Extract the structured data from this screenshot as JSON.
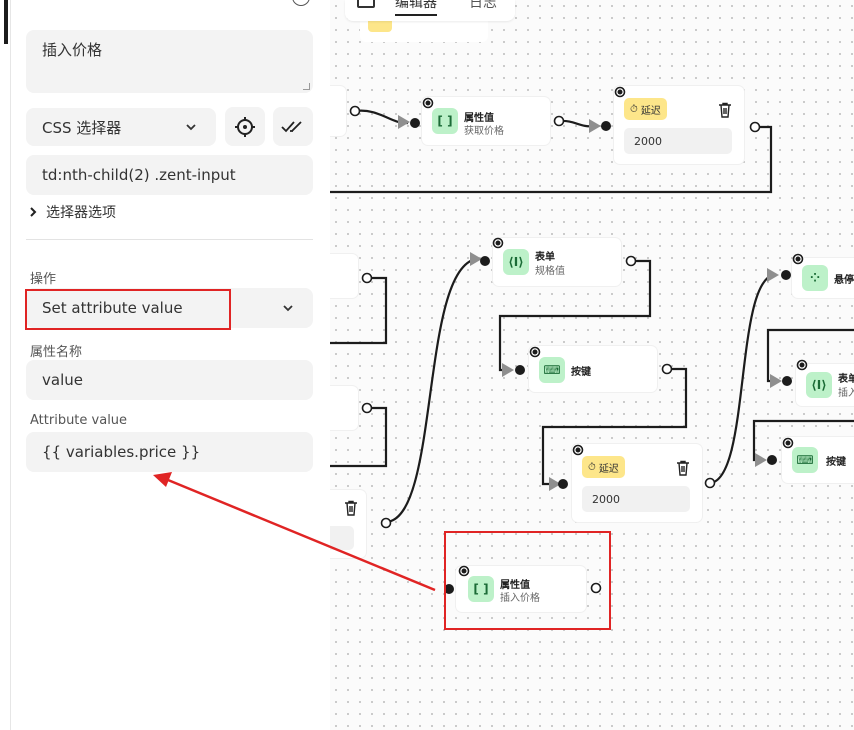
{
  "panel": {
    "description_value": "插入价格",
    "selector_type": "CSS 选择器",
    "selector_value": "td:nth-child(2) .zent-input",
    "selector_options_label": "选择器选项",
    "action_label": "操作",
    "action_value": "Set attribute value",
    "attr_name_label": "属性名称",
    "attr_name_value": "value",
    "attr_value_label": "Attribute value",
    "attr_value_value": "{{ variables.price }}"
  },
  "tabs": {
    "editor": "编辑器",
    "log": "日志"
  },
  "nodes": {
    "attr_get": {
      "title": "属性值",
      "subtitle": "获取价格"
    },
    "delay1": {
      "badge": "延迟",
      "value": "2000"
    },
    "form": {
      "title": "表单",
      "subtitle": "规格值"
    },
    "key1": {
      "title": "按键"
    },
    "delay2": {
      "badge": "延迟",
      "value": "2000"
    },
    "attr_insert": {
      "title": "属性值",
      "subtitle": "插入价格"
    },
    "hover": {
      "title": "悬停"
    },
    "form2": {
      "title": "表单",
      "subtitle": "插入"
    },
    "key2": {
      "title": "按键"
    }
  },
  "colors": {
    "highlight": "#e02424",
    "node_icon_bg": "#bdf1c9",
    "delay_badge_bg": "#fde68a"
  }
}
